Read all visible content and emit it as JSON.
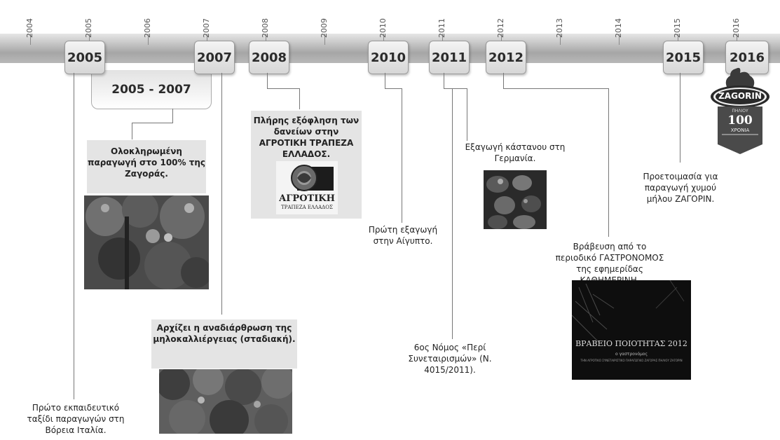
{
  "axis_years": [
    "2004",
    "2005",
    "2006",
    "2007",
    "2008",
    "2009",
    "2010",
    "2011",
    "2012",
    "2013",
    "2014",
    "2015",
    "2016"
  ],
  "milestone_boxes": [
    "2005",
    "2007",
    "2008",
    "2010",
    "2011",
    "2012",
    "2015",
    "2016"
  ],
  "range_box": "2005 - 2007",
  "events": {
    "italy_trip": "Πρώτο εκπαιδευτικό ταξίδι παραγωγών στη Βόρεια Ιταλία.",
    "zagora_100": "Ολοκληρωμένη παραγωγή στο 100% της Ζαγοράς.",
    "restructuring": "Αρχίζει η αναδιάρθρωση της μηλοκαλλιέργειας (σταδιακή).",
    "loans": "Πλήρης εξόφληση των δανείων στην ΑΓΡΟΤΙΚΗ ΤΡΑΠΕΖΑ ΕΛΛΑΔΟΣ.",
    "egypt": "Πρώτη εξαγωγή στην Αίγυπτο.",
    "law": "6ος Νόμος «Περί Συνεταιρισμών» (Ν. 4015/2011).",
    "germany": "Εξαγωγή κάστανου στη Γερμανία.",
    "award": "Βράβευση από το περιοδικό ΓΑΣΤΡΟΝΟΜΟΣ της εφημερίδας ΚΑΘΗΜΕΡΙΝΗ.",
    "juice": "Προετοιμασία για παραγωγή χυμού μήλου ΖΑΓΟΡΙΝ."
  },
  "bank_logo": {
    "name": "ΑΓΡΟΤΙΚΗ",
    "sub": "ΤΡΑΠΕΖΑ ΕΛΛΑΔΟΣ"
  },
  "award_plaque": {
    "title": "ΒΡΑΒΕΙΟ ΠΟΙΟΤΗΤΑΣ 2012",
    "line1": "ο γαστρονόμος",
    "line2": "ΤΗΝ ΑΓΡΟΤΙΚΟ ΣΥΝΕΤΑΙΡΙΣΤΙΚΟ ΠΑΡΑΓΩΓΙΚΟ ΖΑΓΟΡΑΣ ΠΗΛΙΟΥ ΖΑΓΟΡΙΝ"
  },
  "badge": {
    "brand": "ZAGORIN",
    "sub": "ΠΗΛΙΟΥ",
    "years": "100",
    "years_label": "ΧΡΟΝΙΑ"
  }
}
